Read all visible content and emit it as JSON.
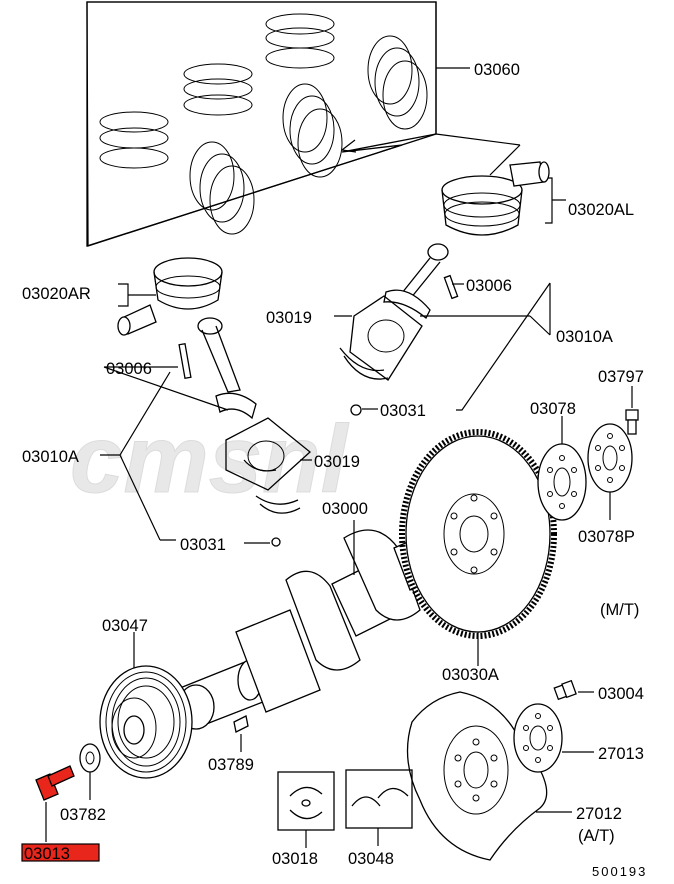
{
  "diagram": {
    "figure_number": "500193",
    "watermark": "cmsnl",
    "highlight_color": "#e8261c",
    "parts": [
      {
        "id": "p03060",
        "label": "03060"
      },
      {
        "id": "p03020AL",
        "label": "03020AL"
      },
      {
        "id": "p03020AR",
        "label": "03020AR"
      },
      {
        "id": "p03006a",
        "label": "03006"
      },
      {
        "id": "p03019a",
        "label": "03019"
      },
      {
        "id": "p03010Aa",
        "label": "03010A"
      },
      {
        "id": "p03006b",
        "label": "03006"
      },
      {
        "id": "p03797",
        "label": "03797"
      },
      {
        "id": "p03031a",
        "label": "03031"
      },
      {
        "id": "p03078",
        "label": "03078"
      },
      {
        "id": "p03010Ab",
        "label": "03010A"
      },
      {
        "id": "p03019b",
        "label": "03019"
      },
      {
        "id": "p03000",
        "label": "03000"
      },
      {
        "id": "p03078P",
        "label": "03078P"
      },
      {
        "id": "p03031b",
        "label": "03031"
      },
      {
        "id": "pMT",
        "label": "(M/T)"
      },
      {
        "id": "p03047",
        "label": "03047"
      },
      {
        "id": "p03030A",
        "label": "03030A"
      },
      {
        "id": "p03004",
        "label": "03004"
      },
      {
        "id": "p03789",
        "label": "03789"
      },
      {
        "id": "p27013",
        "label": "27013"
      },
      {
        "id": "p03782",
        "label": "03782"
      },
      {
        "id": "p27012",
        "label": "27012"
      },
      {
        "id": "pAT",
        "label": "(A/T)"
      },
      {
        "id": "p03013",
        "label": "03013",
        "highlighted": true
      },
      {
        "id": "p03018",
        "label": "03018"
      },
      {
        "id": "p03048",
        "label": "03048"
      }
    ]
  }
}
